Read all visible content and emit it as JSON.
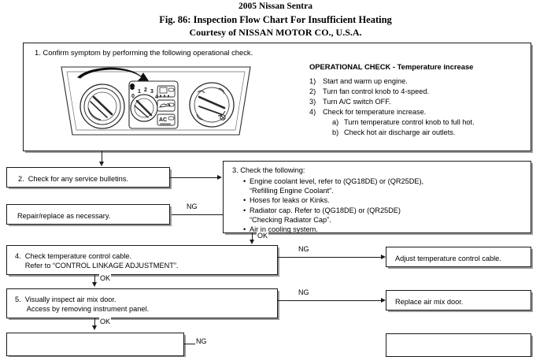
{
  "header": {
    "title": "2005 Nissan Sentra",
    "figure": "Fig. 86: Inspection Flow Chart For Insufficient Heating",
    "credit": "Courtesy of NISSAN MOTOR CO., U.S.A."
  },
  "step1": {
    "heading": "1.  Confirm symptom by performing the following operational check.",
    "figure_caption": "hvac-control-panel",
    "panel": {
      "fan_dial_labels": [
        "0",
        "1",
        "2",
        "3",
        "4"
      ],
      "ac_button_label": "AC"
    },
    "opcheck": {
      "title": "OPERATIONAL CHECK - Temperature increase",
      "items": [
        {
          "num": "1)",
          "text": "Start and warm up engine."
        },
        {
          "num": "2)",
          "text": "Turn fan control knob to 4-speed."
        },
        {
          "num": "3)",
          "text": "Turn A/C switch OFF."
        },
        {
          "num": "4)",
          "text": "Check for temperature increase."
        }
      ],
      "subitems": [
        {
          "num": "a)",
          "text": "Turn temperature control knob to full hot."
        },
        {
          "num": "b)",
          "text": "Check hot air discharge air outlets."
        }
      ]
    }
  },
  "step2": {
    "text": "2.  Check for any service bulletins."
  },
  "repair": {
    "text": "Repair/replace as necessary."
  },
  "step3": {
    "heading": "3.  Check the following:",
    "bullets": [
      {
        "line1": "Engine coolant level, refer to (QG18DE) or (QR25DE),",
        "line2": "“Refilling Engine Coolant”."
      },
      {
        "line1": "Hoses for leaks or Kinks.",
        "line2": ""
      },
      {
        "line1": "Radiator cap.  Refer to (QG18DE) or (QR25DE)",
        "line2": "“Checking Radiator Cap”."
      },
      {
        "line1": "Air in cooling system.",
        "line2": ""
      }
    ]
  },
  "step4": {
    "text": "4.  Check temperature control cable.\n     Refer to “CONTROL LINKAGE ADJUSTMENT”."
  },
  "step5": {
    "text": "5.  Visually inspect air mix door.\n      Access by removing instrument panel."
  },
  "outcomes": {
    "adjust_cable": "Adjust temperature control cable.",
    "replace_door": "Replace air mix door."
  },
  "labels": {
    "ng": "NG",
    "ok": "OK"
  },
  "colors": {
    "ink": "#1a1a1a",
    "shadow": "#9a9a9a",
    "paper": "#ffffff"
  }
}
